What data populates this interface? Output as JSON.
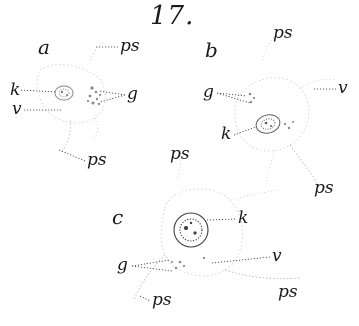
{
  "figure": {
    "number": "17."
  },
  "panels": {
    "a": {
      "letter": "a",
      "labels": {
        "ps_top": "ps",
        "k": "k",
        "v": "v",
        "g": "g",
        "ps_bottom": "ps"
      }
    },
    "b": {
      "letter": "b",
      "labels": {
        "ps_top": "ps",
        "g": "g",
        "v": "v",
        "k": "k",
        "ps_bottom": "ps"
      }
    },
    "c": {
      "letter": "c",
      "labels": {
        "ps_top": "ps",
        "k": "k",
        "g": "g",
        "v": "v",
        "ps_bottom_left": "ps",
        "ps_bottom_right": "ps"
      }
    }
  },
  "colors": {
    "ink": "#1a1a1a",
    "cell": "#8a8a8a",
    "faint": "#b5b5b5"
  }
}
